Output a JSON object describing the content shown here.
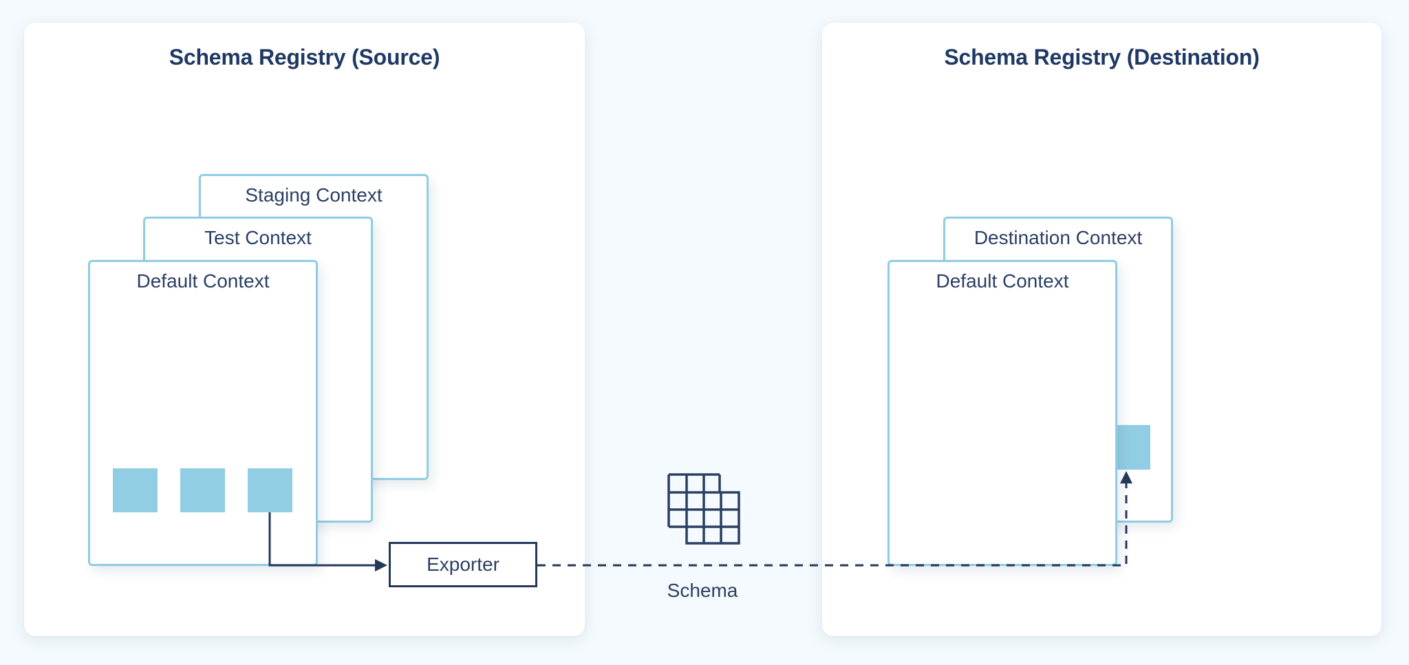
{
  "page": {
    "background_color": "#f4fafd",
    "accent_navy": "#1f3864",
    "accent_light_blue": "#8ecde2",
    "block_fill": "#92cee3",
    "line_color": "#253858"
  },
  "source_panel": {
    "title": "Schema Registry (Source)",
    "contexts": [
      {
        "label": "Staging Context"
      },
      {
        "label": "Test Context"
      },
      {
        "label": "Default Context"
      }
    ],
    "schema_blocks": [
      {
        "name": "schema-block-1"
      },
      {
        "name": "schema-block-2"
      },
      {
        "name": "schema-block-3"
      }
    ]
  },
  "destination_panel": {
    "title": "Schema Registry (Destination)",
    "contexts": [
      {
        "label": "Destination Context"
      },
      {
        "label": "Default Context"
      }
    ],
    "schema_blocks": [
      {
        "name": "schema-block-dest"
      }
    ]
  },
  "flow": {
    "exporter_label": "Exporter",
    "transfer_label": "Schema",
    "transfer_icon": "schema-grid-icon",
    "arrow_solid_name": "arrow-context-to-exporter",
    "arrow_dashed_name": "arrow-exporter-to-destination"
  }
}
